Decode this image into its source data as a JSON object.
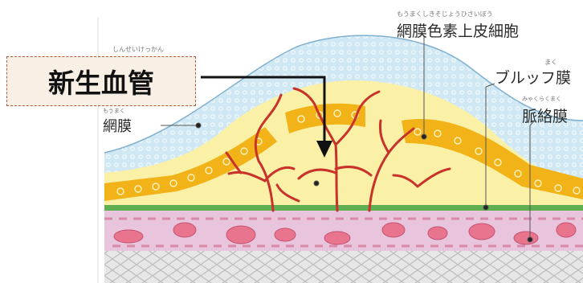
{
  "diagram": {
    "callout": "新生血管",
    "callout_furigana": "しんせいけっかん",
    "labels": {
      "retina": "網膜",
      "retina_furigana": "もうまく",
      "rpe": "網膜色素上皮細胞",
      "rpe_furigana": "もうまくしきそじょうひさいぼう",
      "bruch": "ブルッフ膜",
      "bruch_furigana": "まく",
      "choroid": "脈絡膜",
      "choroid_furigana": "みゃくらくまく"
    },
    "colors": {
      "retina_blue": "#cfe8f3",
      "yellow_layer": "#fbf1a6",
      "rpe_orange": "#f2b318",
      "bruch_green": "#5fae50",
      "choroid_pink": "#e9c4dd",
      "vessel_red": "#c8322b",
      "callout_bg": "#f8efe5",
      "callout_border": "#b15a3c"
    }
  }
}
